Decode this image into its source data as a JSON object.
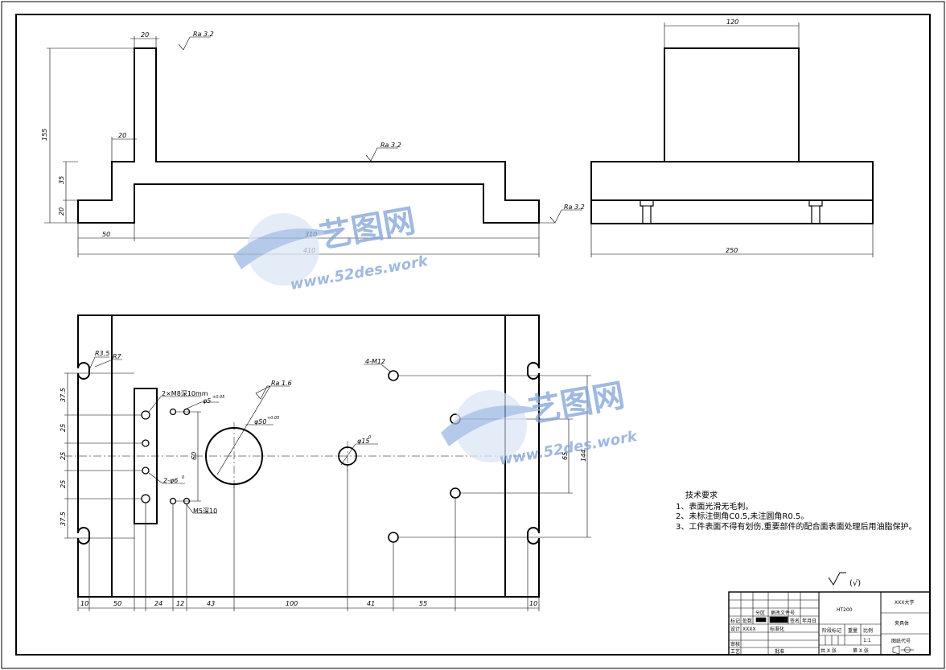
{
  "front_view": {
    "dims": {
      "w20_top": "20",
      "h155": "155",
      "w20_step": "20",
      "h35": "35",
      "h20": "20",
      "w50": "50",
      "w310": "310",
      "w410": "410"
    },
    "roughness": {
      "top": "Ra 3.2",
      "mid": "Ra 3.2",
      "right": "Ra 3.2"
    }
  },
  "side_view": {
    "dims": {
      "w120": "120",
      "w250": "250"
    }
  },
  "plan_view": {
    "callouts": {
      "r35": "R3.5",
      "r7": "R7",
      "slot": "2×M8深10mm",
      "phi5": "φ5",
      "phi6": "2-φ6",
      "m5": "M5深10",
      "ra16": "Ra 1.6",
      "phi50": "φ50",
      "phi15": "φ15",
      "m12": "4-M12",
      "tol1": "+0.05",
      "tol2": "0",
      "tol3": "+0.05",
      "tol4": "0"
    },
    "vdims": {
      "d375a": "37.5",
      "d25a": "25",
      "d25b": "25",
      "d25c": "25",
      "d375b": "37.5",
      "d60": "60",
      "d65": "65",
      "d144": "144"
    },
    "hdims": {
      "d10": "10",
      "d50": "50",
      "d24": "24",
      "d12": "12",
      "d43": "43",
      "d100": "100",
      "d41": "41",
      "d55": "55",
      "d10r": "10"
    }
  },
  "tech": {
    "title": "技术要求",
    "l1": "1、表面光滑无毛刺。",
    "l2": "2、未标注倒角C0.5,未注圆角R0.5。",
    "l3": "3、工件表面不得有划伤,重要部件的配合面表面处理后用油脂保护。"
  },
  "symbol": {
    "paren": "(√)"
  },
  "title_block": {
    "material": "HT200",
    "school": "XXX大学",
    "part": "夹具体",
    "drawing_no": "图纸代号",
    "scale": "1:1",
    "c1": "标记",
    "c2": "处数",
    "c3": "分区",
    "c4": "更改文件号",
    "c5": "签名",
    "c6": "年月日",
    "r_design": "设计",
    "r_std": "标准化",
    "r_review": "审核",
    "r_craft": "工艺",
    "r_approve": "批准",
    "designer": "XXXX",
    "stage": "阶段标记",
    "weight": "重量",
    "ratio": "比例",
    "sheets": "共 X 张",
    "sheet": "第 X 张"
  },
  "watermark": {
    "brand": "艺图网",
    "url": "www.52des.work"
  }
}
